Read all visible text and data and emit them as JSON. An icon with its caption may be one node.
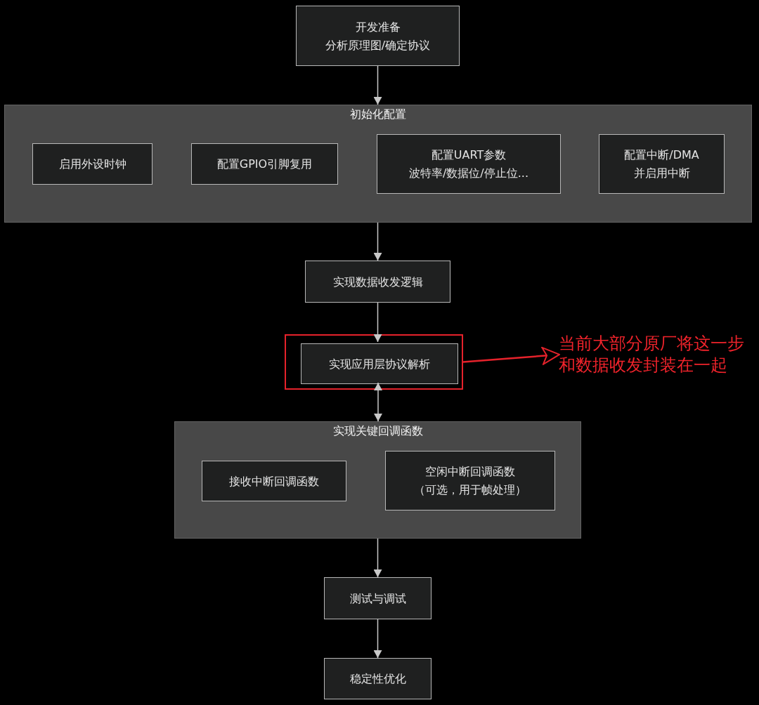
{
  "diagram": {
    "nodes": [
      {
        "text": [
          "开发准备",
          "分析原理图/确定协议"
        ]
      },
      {
        "text": [
          "初始化配置"
        ]
      },
      {
        "text": [
          "启用外设时钟"
        ],
        "in": 1
      },
      {
        "text": [
          "配置GPIO引脚复用"
        ],
        "in": 1
      },
      {
        "text": [
          "配置UART参数",
          "波特率/数据位/停止位..."
        ],
        "in": 1
      },
      {
        "text": [
          "配置中断/DMA",
          "并启用中断"
        ],
        "in": 1
      },
      {
        "text": [
          "实现数据收发逻辑"
        ]
      },
      {
        "text": [],
        "shape": "box"
      },
      {
        "text": [
          "实现应用层协议解析"
        ],
        "in": 7
      },
      {
        "text": [
          "当前大部分原厂将这一步和数据收发封装在一起"
        ]
      },
      {
        "text": [
          "实现关键回调函数"
        ]
      },
      {
        "text": [
          "接收中断回调函数"
        ],
        "in": 10
      },
      {
        "text": [
          "空闲中断回调函数",
          "（可选，用于帧处理）"
        ],
        "in": 10
      },
      {
        "text": [
          "测试与调试"
        ]
      },
      {
        "text": [
          "稳定性优化"
        ]
      }
    ],
    "edges": [
      {
        "from": 0,
        "to": 1,
        "arrow": "to"
      },
      {
        "from": 1,
        "to": 6,
        "arrow": "to"
      },
      {
        "from": 6,
        "to": 8,
        "arrow": "to"
      },
      {
        "from": 8,
        "to": 10,
        "arrow": "both"
      },
      {
        "from": 7,
        "to": 9,
        "arrow": "to",
        "color": "#e5222b"
      },
      {
        "from": 10,
        "to": 13,
        "arrow": "to"
      },
      {
        "from": 13,
        "to": 14,
        "arrow": "to"
      }
    ]
  }
}
